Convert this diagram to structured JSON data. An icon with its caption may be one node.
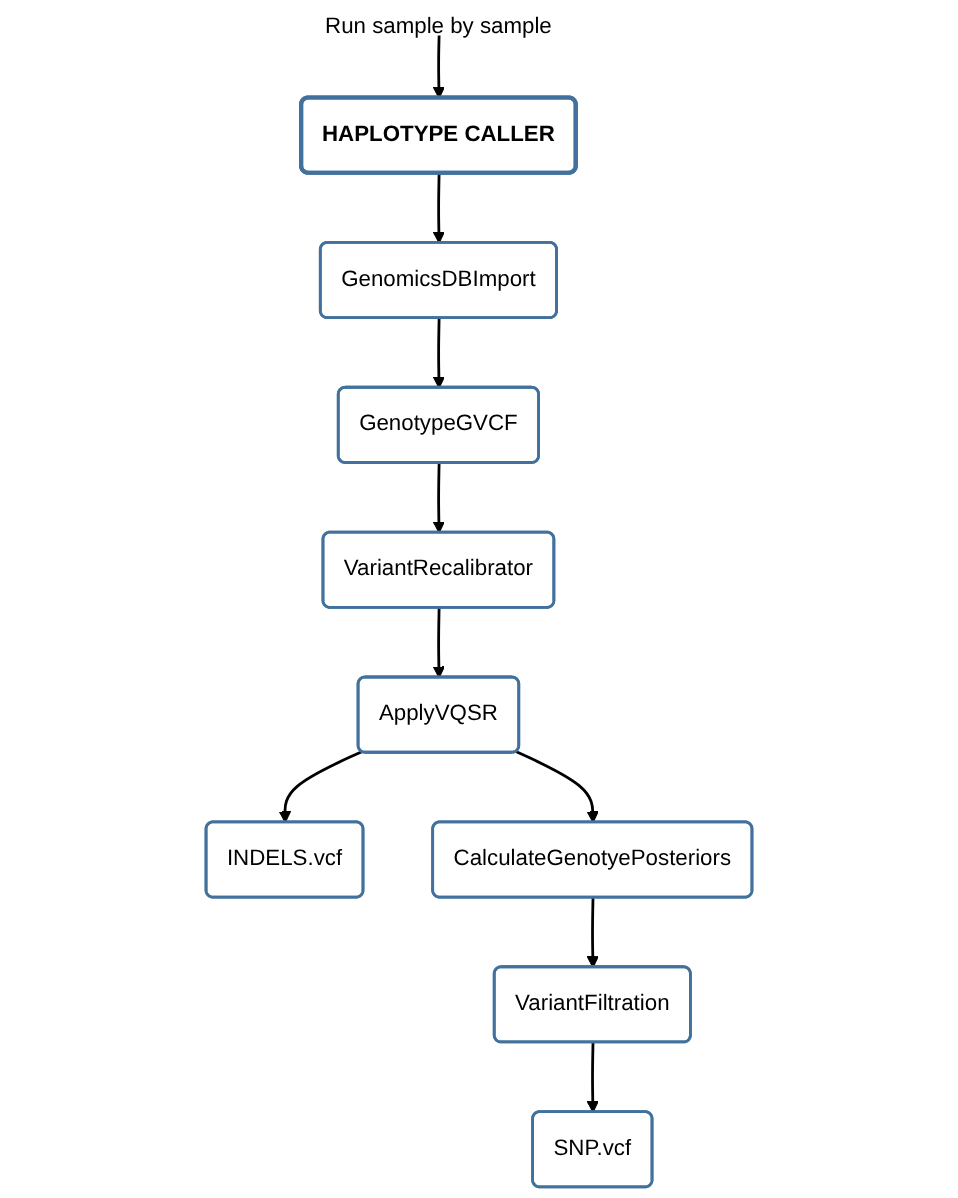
{
  "diagram": {
    "nodes": [
      {
        "text": [
          "HAPLOTYPE CALLER"
        ]
      },
      {
        "text": [
          "Run sample by sample"
        ]
      },
      {
        "text": [
          "GenomicsDBImport"
        ]
      },
      {
        "text": [
          "GenotypeGVCF"
        ]
      },
      {
        "text": [
          "VariantRecalibrator"
        ]
      },
      {
        "text": [
          "ApplyVQSR"
        ]
      },
      {
        "text": [
          "INDELS.vcf"
        ]
      },
      {
        "text": [
          "CalculateGenotyePosteriors"
        ]
      },
      {
        "text": [
          "VariantFiltration"
        ]
      },
      {
        "text": [
          "SNP.vcf"
        ]
      }
    ],
    "edges": [
      {
        "from": 1,
        "to": 0,
        "arrow": "to"
      },
      {
        "from": 0,
        "to": 2,
        "arrow": "to"
      },
      {
        "from": 2,
        "to": 3,
        "arrow": "to"
      },
      {
        "from": 3,
        "to": 4,
        "arrow": "to"
      },
      {
        "from": 4,
        "to": 5,
        "arrow": "to"
      },
      {
        "from": 5,
        "to": 6,
        "arrow": "to"
      },
      {
        "from": 5,
        "to": 7,
        "arrow": "to"
      },
      {
        "from": 7,
        "to": 8,
        "arrow": "to"
      },
      {
        "from": 8,
        "to": 9,
        "arrow": "to"
      }
    ]
  }
}
